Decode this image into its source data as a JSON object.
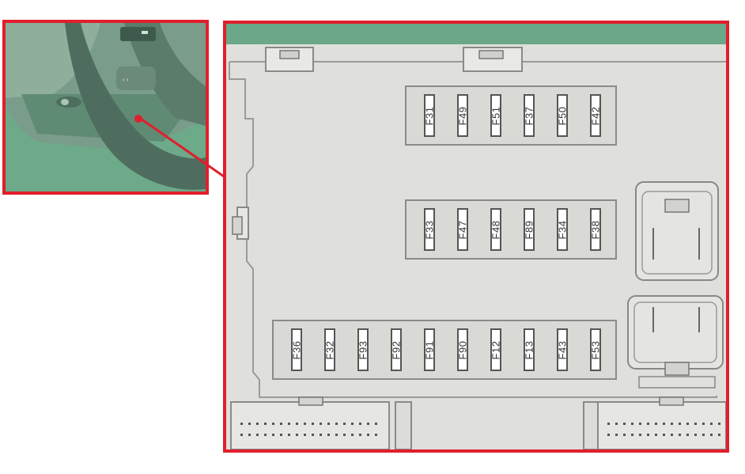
{
  "diagram": {
    "fuse_rows": [
      {
        "id": "top",
        "fuses": [
          "F31",
          "F49",
          "F51",
          "F37",
          "F50",
          "F42"
        ]
      },
      {
        "id": "middle",
        "fuses": [
          "F33",
          "F47",
          "F48",
          "F89",
          "F34",
          "F38"
        ]
      },
      {
        "id": "bottom",
        "fuses": [
          "F36",
          "F32",
          "F93",
          "F92",
          "F91",
          "F90",
          "F12",
          "F13",
          "F43",
          "F53"
        ]
      }
    ]
  },
  "colors": {
    "highlight_border": "#e01f2c",
    "panel_background": "#dfdfdc",
    "accent_green": "#6aa888"
  }
}
